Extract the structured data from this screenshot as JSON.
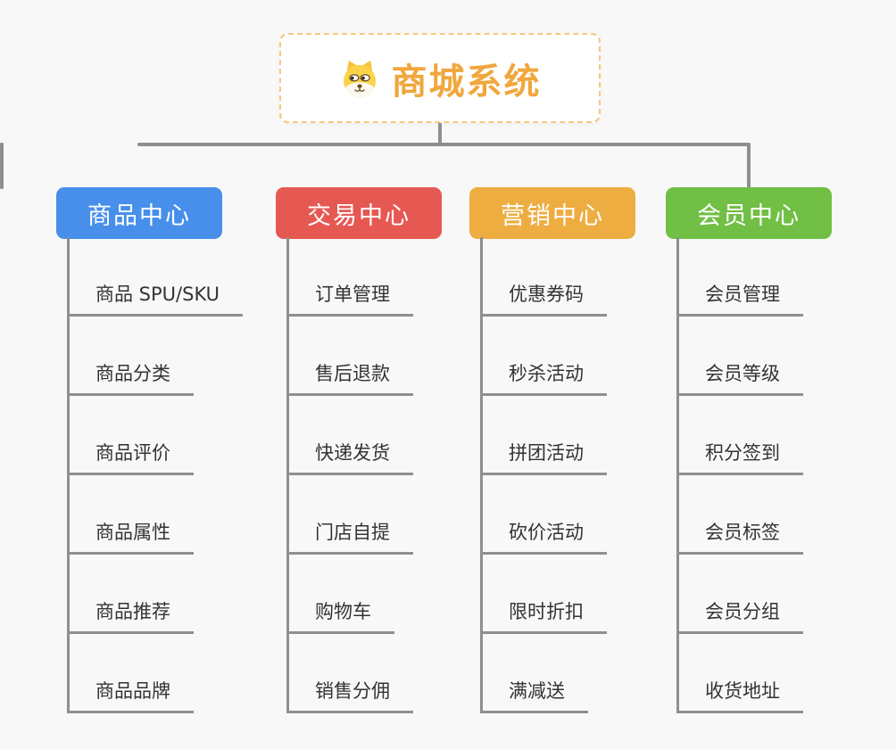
{
  "root": {
    "title": "商城系统",
    "icon": "shiba-dog-icon"
  },
  "colors": {
    "canvas_bg": "#f8f8f8",
    "connector": "#8f8f8f",
    "root_border": "#f6c77f",
    "root_text": "#f0a73d",
    "child_text": "#333333"
  },
  "branches": [
    {
      "label": "商品中心",
      "color": "#478fea",
      "children": [
        "商品 SPU/SKU",
        "商品分类",
        "商品评价",
        "商品属性",
        "商品推荐",
        "商品品牌"
      ]
    },
    {
      "label": "交易中心",
      "color": "#e65953",
      "children": [
        "订单管理",
        "售后退款",
        "快递发货",
        "门店自提",
        "购物车",
        "销售分佣"
      ]
    },
    {
      "label": "营销中心",
      "color": "#edad40",
      "children": [
        "优惠券码",
        "秒杀活动",
        "拼团活动",
        "砍价活动",
        "限时折扣",
        "满减送"
      ]
    },
    {
      "label": "会员中心",
      "color": "#71bf44",
      "children": [
        "会员管理",
        "会员等级",
        "积分签到",
        "会员标签",
        "会员分组",
        "收货地址"
      ]
    }
  ]
}
